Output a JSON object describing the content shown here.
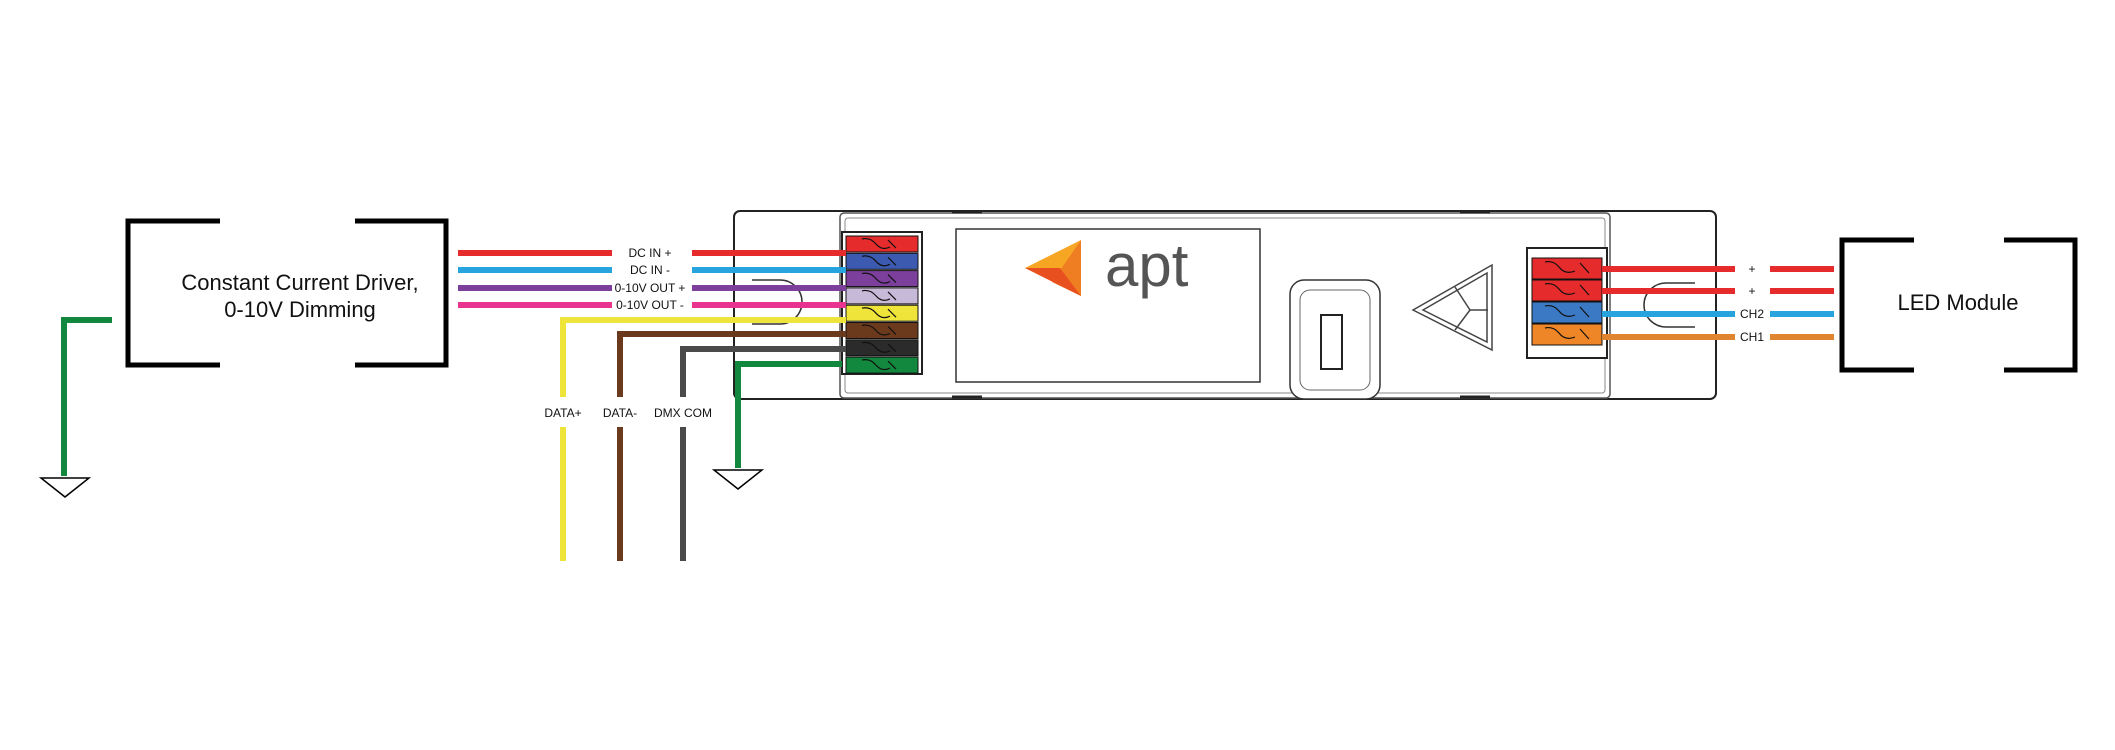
{
  "driver_box": {
    "line1": "Constant Current Driver,",
    "line2": "0-10V Dimming"
  },
  "led_box": {
    "label": "LED Module"
  },
  "logo": {
    "text": "apt",
    "colors": [
      "#f6a623",
      "#ef7d22",
      "#e9501f"
    ]
  },
  "input_wires": [
    {
      "label": "DC IN +",
      "color": "#e52b2b"
    },
    {
      "label": "DC IN -",
      "color": "#27a3dd"
    },
    {
      "label": "0-10V OUT +",
      "color": "#7d3f9c"
    },
    {
      "label": "0-10V OUT -",
      "color": "#e8348f"
    }
  ],
  "dmx_wires": [
    {
      "label": "DATA+",
      "color": "#efe43a"
    },
    {
      "label": "DATA-",
      "color": "#6b3a1d"
    },
    {
      "label": "DMX COM",
      "color": "#4a4a4a"
    }
  ],
  "ground_color": "#12873e",
  "left_terminal_colors": [
    "#e52b2b",
    "#3c5bb0",
    "#7d3f9c",
    "#c7b9d8",
    "#efe43a",
    "#6b3a1d",
    "#2b2b2b",
    "#12873e"
  ],
  "output_wires": [
    {
      "label": "+",
      "color": "#e52b2b"
    },
    {
      "label": "+",
      "color": "#e52b2b"
    },
    {
      "label": "CH2",
      "color": "#27a3dd"
    },
    {
      "label": "CH1",
      "color": "#e0852f"
    }
  ],
  "right_terminal_colors": [
    "#e52b2b",
    "#e52b2b",
    "#3c79c4",
    "#ee8526"
  ]
}
